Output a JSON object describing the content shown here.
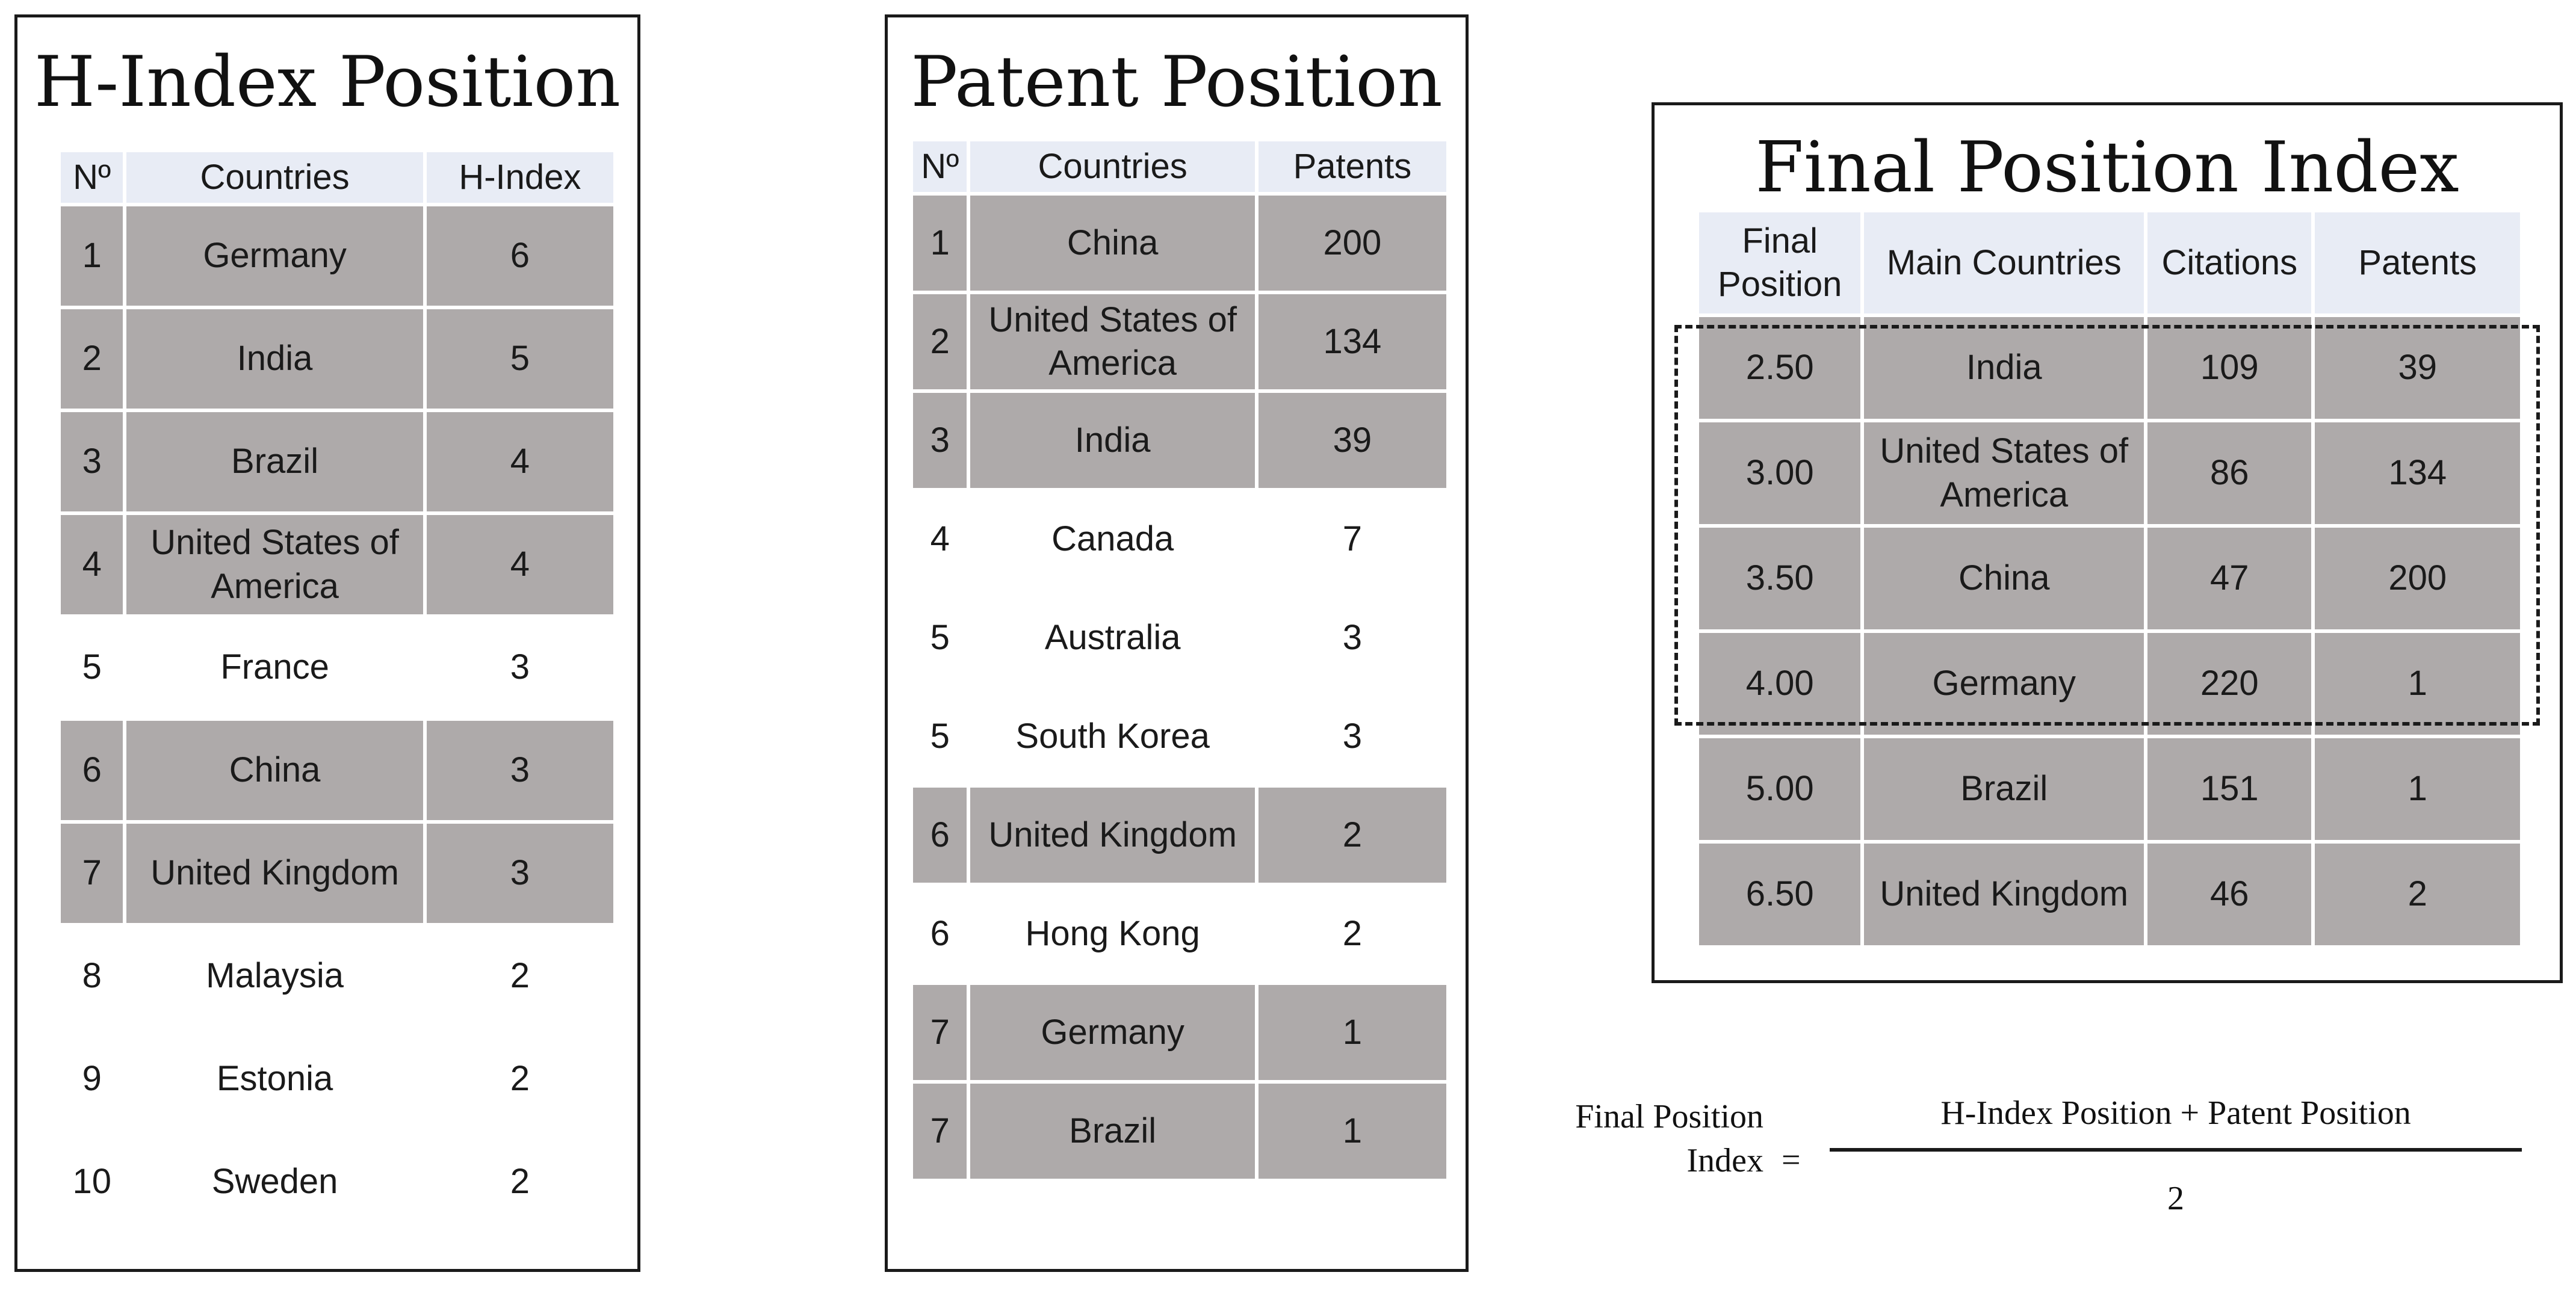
{
  "hindex": {
    "title": "H-Index Position",
    "headers": [
      "Nº",
      "Countries",
      "H-Index"
    ],
    "rows": [
      {
        "n": "1",
        "country": "Germany",
        "value": "6"
      },
      {
        "n": "2",
        "country": "India",
        "value": "5"
      },
      {
        "n": "3",
        "country": "Brazil",
        "value": "4"
      },
      {
        "n": "4",
        "country": "United States of America",
        "value": "4"
      },
      {
        "n": "5",
        "country": "France",
        "value": "3"
      },
      {
        "n": "6",
        "country": "China",
        "value": "3"
      },
      {
        "n": "7",
        "country": "United Kingdom",
        "value": "3"
      },
      {
        "n": "8",
        "country": "Malaysia",
        "value": "2"
      },
      {
        "n": "9",
        "country": "Estonia",
        "value": "2"
      },
      {
        "n": "10",
        "country": "Sweden",
        "value": "2"
      }
    ]
  },
  "patent": {
    "title": "Patent Position",
    "headers": [
      "Nº",
      "Countries",
      "Patents"
    ],
    "rows": [
      {
        "n": "1",
        "country": "China",
        "value": "200"
      },
      {
        "n": "2",
        "country": "United States of America",
        "value": "134"
      },
      {
        "n": "3",
        "country": "India",
        "value": "39"
      },
      {
        "n": "4",
        "country": "Canada",
        "value": "7"
      },
      {
        "n": "5",
        "country": "Australia",
        "value": "3"
      },
      {
        "n": "5",
        "country": "South Korea",
        "value": "3"
      },
      {
        "n": "6",
        "country": "United Kingdom",
        "value": "2"
      },
      {
        "n": "6",
        "country": "Hong Kong",
        "value": "2"
      },
      {
        "n": "7",
        "country": "Germany",
        "value": "1"
      },
      {
        "n": "7",
        "country": "Brazil",
        "value": "1"
      }
    ]
  },
  "final": {
    "title": "Final Position Index",
    "headers": [
      "Final Position",
      "Main Countries",
      "Citations",
      "Patents"
    ],
    "rows": [
      {
        "pos": "2.50",
        "country": "India",
        "citations": "109",
        "patents": "39"
      },
      {
        "pos": "3.00",
        "country": "United States of America",
        "citations": "86",
        "patents": "134"
      },
      {
        "pos": "3.50",
        "country": "China",
        "citations": "47",
        "patents": "200"
      },
      {
        "pos": "4.00",
        "country": "Germany",
        "citations": "220",
        "patents": "1"
      },
      {
        "pos": "5.00",
        "country": "Brazil",
        "citations": "151",
        "patents": "1"
      },
      {
        "pos": "6.50",
        "country": "United Kingdom",
        "citations": "46",
        "patents": "2"
      }
    ]
  },
  "formula": {
    "label": "Final Position Index",
    "equals": "=",
    "numerator": "H-Index Position + Patent Position",
    "denominator": "2"
  },
  "colors": {
    "header_bg": "#e8ecf5",
    "shaded_row_bg": "#aeaaaa",
    "border": "#1a1a1a"
  }
}
